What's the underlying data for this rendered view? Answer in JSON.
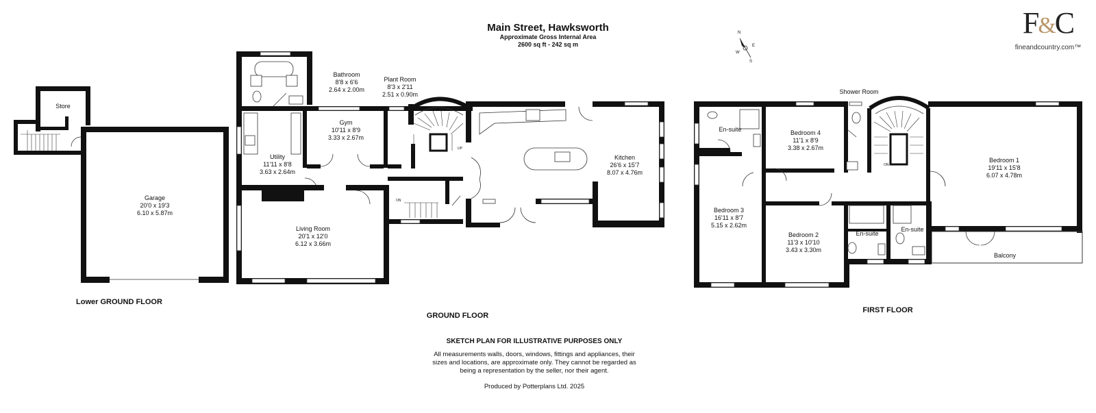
{
  "header": {
    "title": "Main Street, Hawksworth",
    "subtitle": "Approximate Gross Internal Area",
    "area": "2600 sq ft - 242 sq m"
  },
  "logo": {
    "mark": "F&C",
    "url": "fineandcountry.com™"
  },
  "compass": {
    "n": "N",
    "e": "E",
    "s": "S",
    "w": "W"
  },
  "floors": {
    "lower": "Lower GROUND FLOOR",
    "ground": "GROUND FLOOR",
    "first": "FIRST FLOOR"
  },
  "rooms": {
    "store": {
      "name": "Store"
    },
    "garage": {
      "name": "Garage",
      "imperial": "20'0 x 19'3",
      "metric": "6.10 x 5.87m"
    },
    "bathroom": {
      "name": "Bathroom",
      "imperial": "8'8 x 6'6",
      "metric": "2.64 x 2.00m"
    },
    "plant_room": {
      "name": "Plant Room",
      "imperial": "8'3 x 2'11",
      "metric": "2.51 x 0.90m"
    },
    "gym": {
      "name": "Gym",
      "imperial": "10'11 x 8'9",
      "metric": "3.33 x 2.67m"
    },
    "utility": {
      "name": "Utility",
      "imperial": "11'11 x 8'8",
      "metric": "3.63 x 2.64m"
    },
    "living_room": {
      "name": "Living Room",
      "imperial": "20'1 x 12'0",
      "metric": "6.12 x 3.66m"
    },
    "kitchen": {
      "name": "Kitchen",
      "imperial": "26'6 x 15'7",
      "metric": "8.07 x 4.76m"
    },
    "shower_room": {
      "name": "Shower Room"
    },
    "ensuite_1": {
      "name": "En-suite"
    },
    "bedroom_4": {
      "name": "Bedroom 4",
      "imperial": "11'1 x 8'9",
      "metric": "3.38 x 2.67m"
    },
    "bedroom_1": {
      "name": "Bedroom 1",
      "imperial": "19'11 x 15'8",
      "metric": "6.07 x 4.78m"
    },
    "bedroom_3": {
      "name": "Bedroom 3",
      "imperial": "16'11 x 8'7",
      "metric": "5.15 x 2.62m"
    },
    "bedroom_2": {
      "name": "Bedroom 2",
      "imperial": "11'3 x 10'10",
      "metric": "3.43 x 3.30m"
    },
    "ensuite_2": {
      "name": "En-suite"
    },
    "ensuite_3": {
      "name": "En-suite"
    },
    "balcony": {
      "name": "Balcony"
    }
  },
  "stair_labels": {
    "up": "UP",
    "on": "ON"
  },
  "footer": {
    "disclaimer_title": "SKETCH PLAN FOR ILLUSTRATIVE PURPOSES ONLY",
    "disclaimer_line1": "All measurements walls, doors, windows, fittings and appliances, their",
    "disclaimer_line2": "sizes and locations, are approximate only. They cannot be regarded as",
    "disclaimer_line3": "being a representation by the seller, nor their agent.",
    "produced_by": "Produced by Potterplans Ltd. 2025"
  }
}
